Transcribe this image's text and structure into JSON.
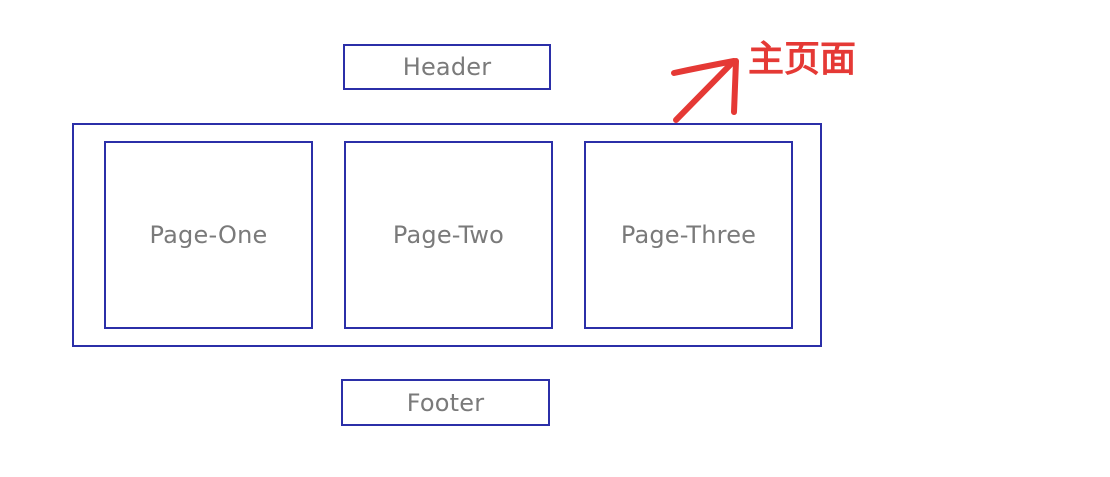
{
  "diagram": {
    "header_label": "Header",
    "main_pages": [
      {
        "label": "Page-One"
      },
      {
        "label": "Page-Two"
      },
      {
        "label": "Page-Three"
      }
    ],
    "footer_label": "Footer",
    "annotation_text": "主页面"
  },
  "colors": {
    "box_border": "#2b2fa8",
    "box_text": "#7a7a7a",
    "annotation": "#e53935"
  }
}
